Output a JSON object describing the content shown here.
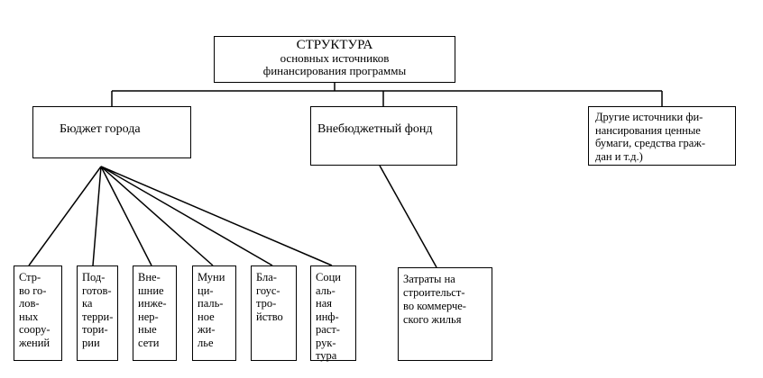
{
  "root": {
    "title": "СТРУКТУРА",
    "line1": "основных источников",
    "line2": "финансирования программы"
  },
  "level1": {
    "city_budget": "Бюджет города",
    "off_budget_fund": "Внебюджетный фонд",
    "other_sources": "Другие источники финансирования ценные бумаги, средства граждан и т.д.)"
  },
  "budget_items": [
    "Стр-во головных сооружений",
    "Подготовка территории",
    "Внешние инженерные сети",
    "Муниципальное жилье",
    "Благоустройство",
    "Социальная инфраструктура"
  ],
  "fund_items": [
    "Затраты на строительство коммерческого жилья"
  ],
  "display_lines": {
    "other_sources": [
      "Другие источники фи-",
      "нансирования ценные",
      "бумаги, средства граж-",
      "дан и т.д.)"
    ],
    "budget_items": [
      [
        "Стр-",
        "во го-",
        "лов-",
        "ных",
        "соору-",
        "жений"
      ],
      [
        "Под-",
        "готов-",
        "ка",
        "терри-",
        "тори-",
        "рии"
      ],
      [
        "Вне-",
        "шние",
        "инже-",
        "нер-",
        "ные",
        "сети"
      ],
      [
        "Муни",
        "ци-",
        "паль-",
        "ное",
        "жи-",
        "лье"
      ],
      [
        "Бла-",
        "гоус-",
        "тро-",
        "йство"
      ],
      [
        "Соци",
        "аль-",
        "ная",
        "инф-",
        "раст-",
        "рук-",
        "тура"
      ]
    ],
    "fund_items": [
      [
        "Затраты на",
        "строительст-",
        "во коммерче-",
        "ского жилья"
      ]
    ]
  }
}
